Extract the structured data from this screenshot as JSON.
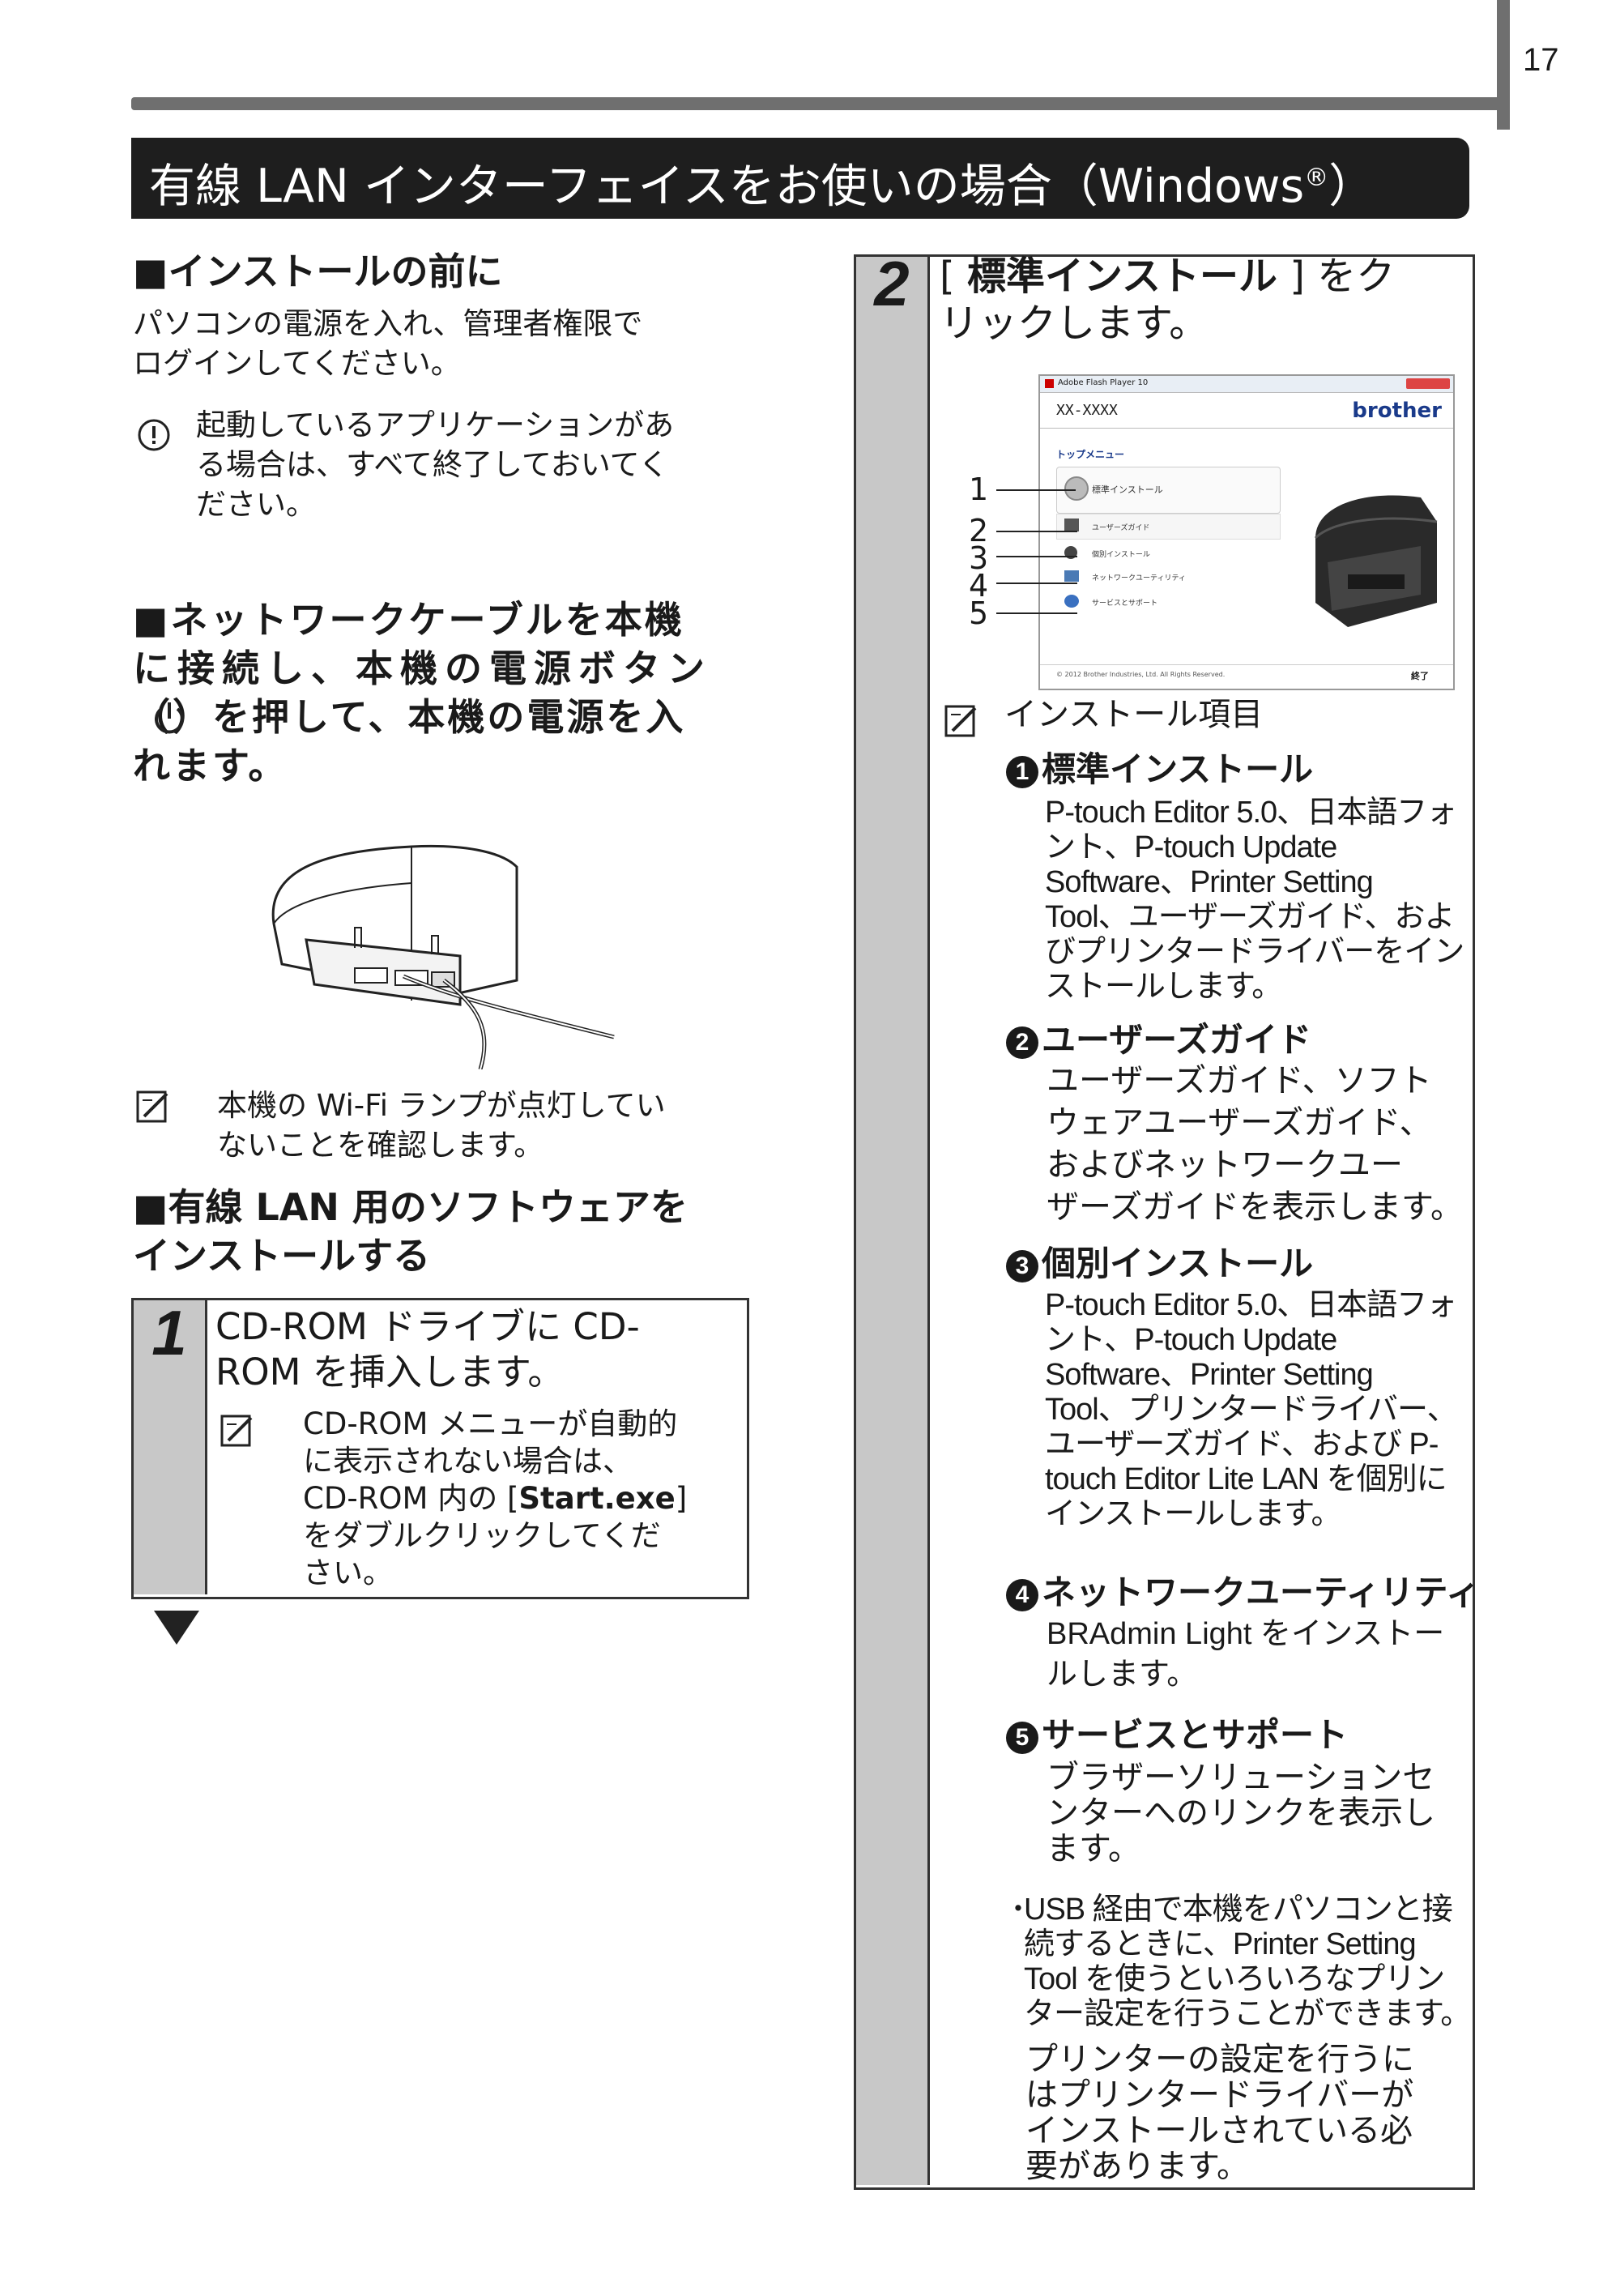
{
  "page_number": "17",
  "title": {
    "text": "有線 LAN インターフェイスをお使いの場合（Windows",
    "sup": "®",
    "close": "）"
  },
  "left": {
    "before_install_heading": "■インストールの前に",
    "before_install_body": [
      "パソコンの電源を入れ、管理者権限で",
      "ログインしてください。"
    ],
    "caution_lines": [
      "起動しているアプリケーションがあ",
      "る場合は、すべて終了しておいてく",
      "ださい。"
    ],
    "network_heading_lines": [
      "■ネットワークケーブルを本機",
      "に接続し、本機の電源ボタン",
      "（）を押して、本機の電源を入",
      "れます。"
    ],
    "wifi_note_lines": [
      "本機の Wi-Fi ランプが点灯してい",
      "ないことを確認します。"
    ],
    "software_heading_lines": [
      "■有線 LAN 用のソフトウェアを",
      "インストールする"
    ]
  },
  "step1": {
    "number": "1",
    "text_lines": [
      "CD-ROM ドライブに CD-",
      "ROM を挿入します。"
    ],
    "note_lines": [
      "CD-ROM メニューが自動的",
      "に表示されない場合は、",
      "CD-ROM 内の [",
      "Start.exe",
      "]",
      "をダブルクリックしてくだ",
      "さい。"
    ]
  },
  "step2": {
    "number": "2",
    "text_open": "[ ",
    "text_bold": "標準インストール",
    "text_rest": " ] をク",
    "text_line2": "リックします。",
    "screenshot": {
      "window_title": "Adobe Flash Player 10",
      "model": "XX-XXXX",
      "brand": "brother",
      "menu_title": "トップメニュー",
      "menu_items": [
        "標準インストール",
        "ユーザーズガイド",
        "個別インストール",
        "ネットワークユーティリティ",
        "サービスとサポート"
      ],
      "callouts": [
        "1",
        "2",
        "3",
        "4",
        "5"
      ],
      "copyright": "© 2012 Brother Industries, Ltd. All Rights Reserved.",
      "exit_label": "終了"
    },
    "note_title": "インストール項目",
    "items": [
      {
        "num": "1",
        "title": "標準インストール",
        "lines": [
          "P-touch Editor 5.0、日本語フォ",
          "ント、P-touch Update",
          "Software、Printer Setting",
          "Tool、ユーザーズガイド、およ",
          "びプリンタードライバーをイン",
          "ストールします。"
        ]
      },
      {
        "num": "2",
        "title": "ユーザーズガイド",
        "lines": [
          "ユーザーズガイド、ソフト",
          "ウェアユーザーズガイド、",
          "およびネットワークユー",
          "ザーズガイドを表示します。"
        ]
      },
      {
        "num": "3",
        "title": "個別インストール",
        "lines": [
          "P-touch Editor 5.0、日本語フォ",
          "ント、P-touch Update",
          "Software、Printer Setting",
          "Tool、プリンタードライバー、",
          "ユーザーズガイド、および P-",
          "touch Editor Lite LAN を個別に",
          "インストールします。"
        ]
      },
      {
        "num": "4",
        "title": "ネットワークユーティリティ",
        "lines": [
          "BRAdmin Light をインストー",
          "ルします。"
        ]
      },
      {
        "num": "5",
        "title": "サービスとサポート",
        "lines": [
          "ブラザーソリューションセ",
          "ンターへのリンクを表示し",
          "ます。"
        ]
      }
    ],
    "bullet_lines": [
      "USB 経由で本機をパソコンと接",
      "続するときに、Printer Setting",
      "Tool を使うといろいろなプリン",
      "ター設定を行うことができます。"
    ],
    "final_lines": [
      "プリンターの設定を行うに",
      "はプリンタードライバーが",
      "インストールされている必",
      "要があります。"
    ]
  }
}
